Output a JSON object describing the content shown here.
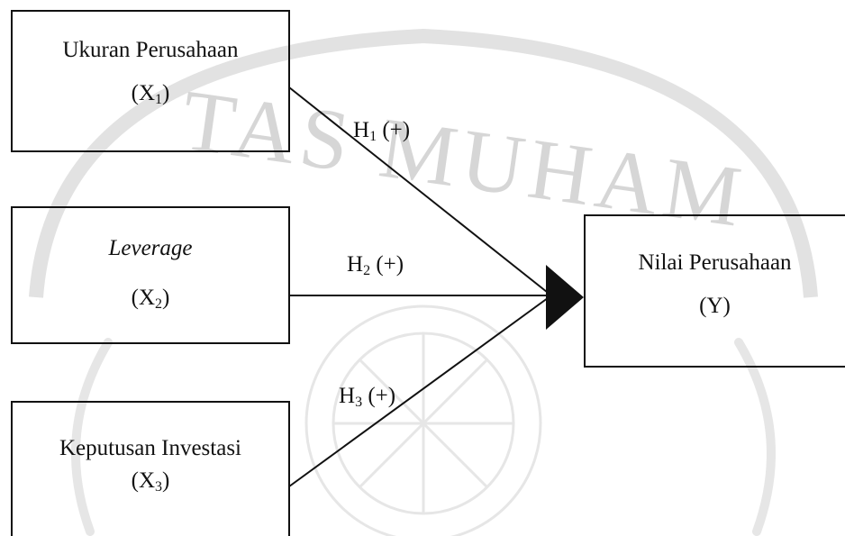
{
  "watermark": {
    "arc_text": "TAS MUHAM",
    "color": "#d8d8d8"
  },
  "variables": {
    "x1": {
      "name": "Ukuran Perusahaan",
      "symbol": "X",
      "subscript": "1"
    },
    "x2": {
      "name": "Leverage",
      "symbol": "X",
      "subscript": "2"
    },
    "x3": {
      "name": "Keputusan Investasi",
      "symbol": "X",
      "subscript": "3"
    },
    "y": {
      "name": "Nilai Perusahaan",
      "symbol": "Y"
    }
  },
  "hypotheses": {
    "h1": {
      "letter": "H",
      "subscript": "1",
      "sign": "(+)"
    },
    "h2": {
      "letter": "H",
      "subscript": "2",
      "sign": "(+)"
    },
    "h3": {
      "letter": "H",
      "subscript": "3",
      "sign": "(+)"
    }
  },
  "colors": {
    "line": "#111111",
    "arrowhead": "#111111"
  }
}
